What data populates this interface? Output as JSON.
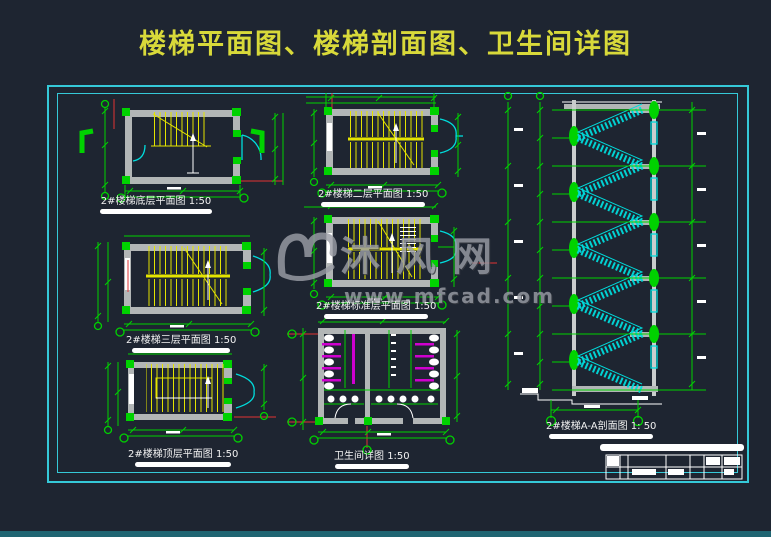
{
  "page": {
    "title": "楼梯平面图、楼梯剖面图、卫生间详图"
  },
  "watermark": {
    "name": "沐风网",
    "url": "www.mfcad.com"
  },
  "drawings": {
    "plan_ground": {
      "label": "2#楼梯底层平面图",
      "scale": "1:50"
    },
    "plan_second": {
      "label": "2#楼梯二层平面图",
      "scale": "1:50"
    },
    "plan_standard": {
      "label": "2#楼梯标准层平面图",
      "scale": "1:50"
    },
    "plan_third": {
      "label": "2#楼梯三层平面图",
      "scale": "1:50"
    },
    "plan_top": {
      "label": "2#楼梯顶层平面图",
      "scale": "1:50"
    },
    "toilet_detail": {
      "label": "卫生间详图",
      "scale": "1:50"
    },
    "section": {
      "label": "2#楼梯A-A剖面图",
      "scale": "1: 50"
    }
  },
  "colors": {
    "bg": "#1e2531",
    "frame": "#35c9d8",
    "title": "#d8d93a",
    "dim_green": "#00d200",
    "stair_yellow": "#e4e400",
    "door_cyan": "#00dcdc",
    "wall_gray": "#b2b6b6",
    "wall_light": "#c9cdcd",
    "fixture_magenta": "#cf00cf",
    "axis_red": "#e23434",
    "caption_white": "#f2f2f2",
    "watermark_gray": "#9a9da5",
    "footer_teal": "#1f6572"
  }
}
